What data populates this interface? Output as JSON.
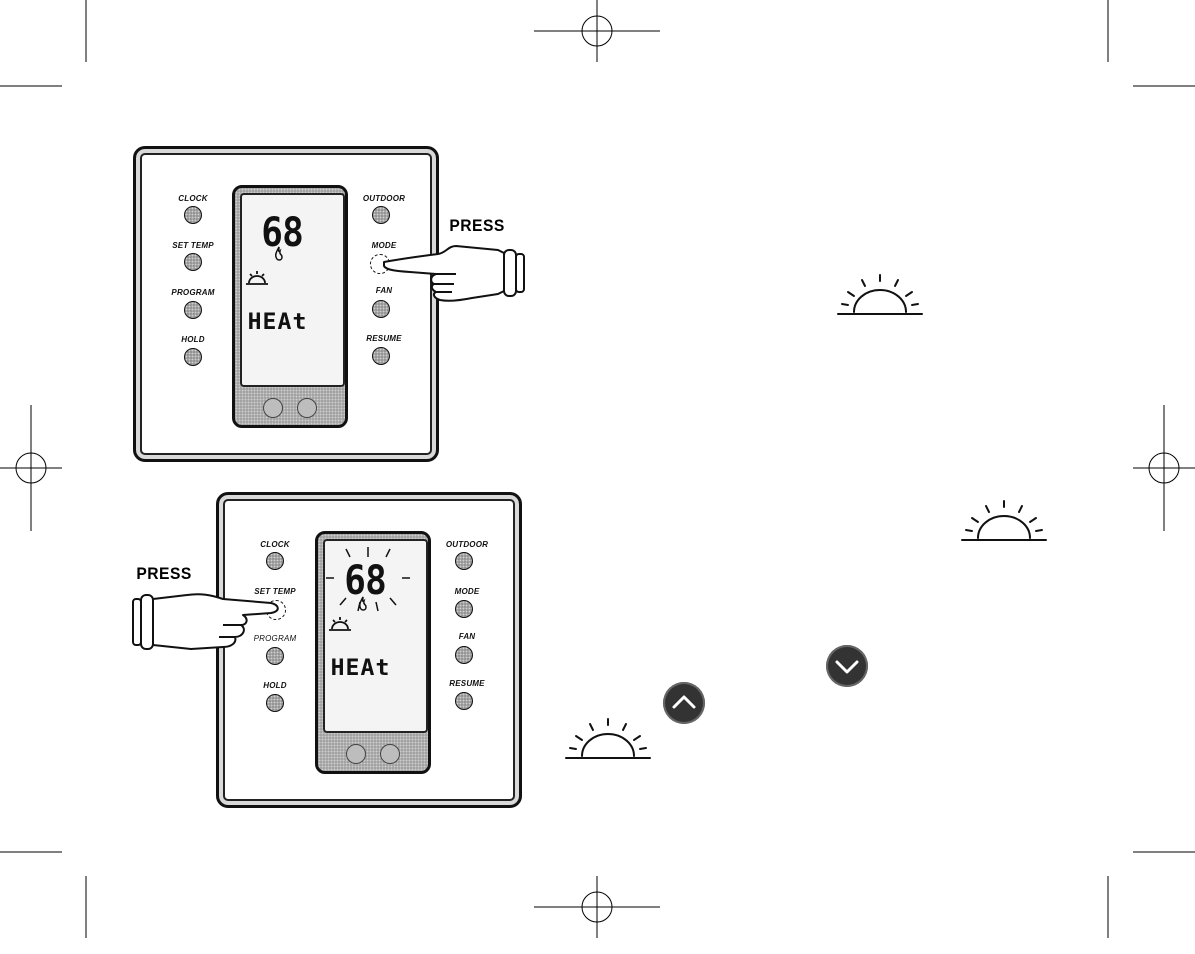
{
  "thermostat_top": {
    "left_buttons": [
      "CLOCK",
      "SET TEMP",
      "PROGRAM",
      "HOLD"
    ],
    "right_buttons": [
      "OUTDOOR",
      "MODE",
      "FAN",
      "RESUME"
    ],
    "display_temp": "68",
    "display_mode": "HEAt",
    "press_label": "PRESS",
    "pressed_button": "MODE"
  },
  "thermostat_bottom": {
    "left_buttons": [
      "CLOCK",
      "SET TEMP",
      "PROGRAM",
      "HOLD"
    ],
    "right_buttons": [
      "OUTDOOR",
      "MODE",
      "FAN",
      "RESUME"
    ],
    "display_temp": "68",
    "display_mode": "HEAt",
    "press_label": "PRESS",
    "pressed_button": "SET TEMP"
  },
  "icons": {
    "sun": "sunrise-icon",
    "down_arrow": "down-arrow-button-icon",
    "up_arrow": "up-arrow-button-icon",
    "flame": "flame-icon",
    "hand": "pointing-hand-icon",
    "registration": "registration-mark-icon"
  },
  "colors": {
    "ink": "#111111",
    "lcd_background": "#f4f4f4",
    "arrow_button": "#333333"
  }
}
